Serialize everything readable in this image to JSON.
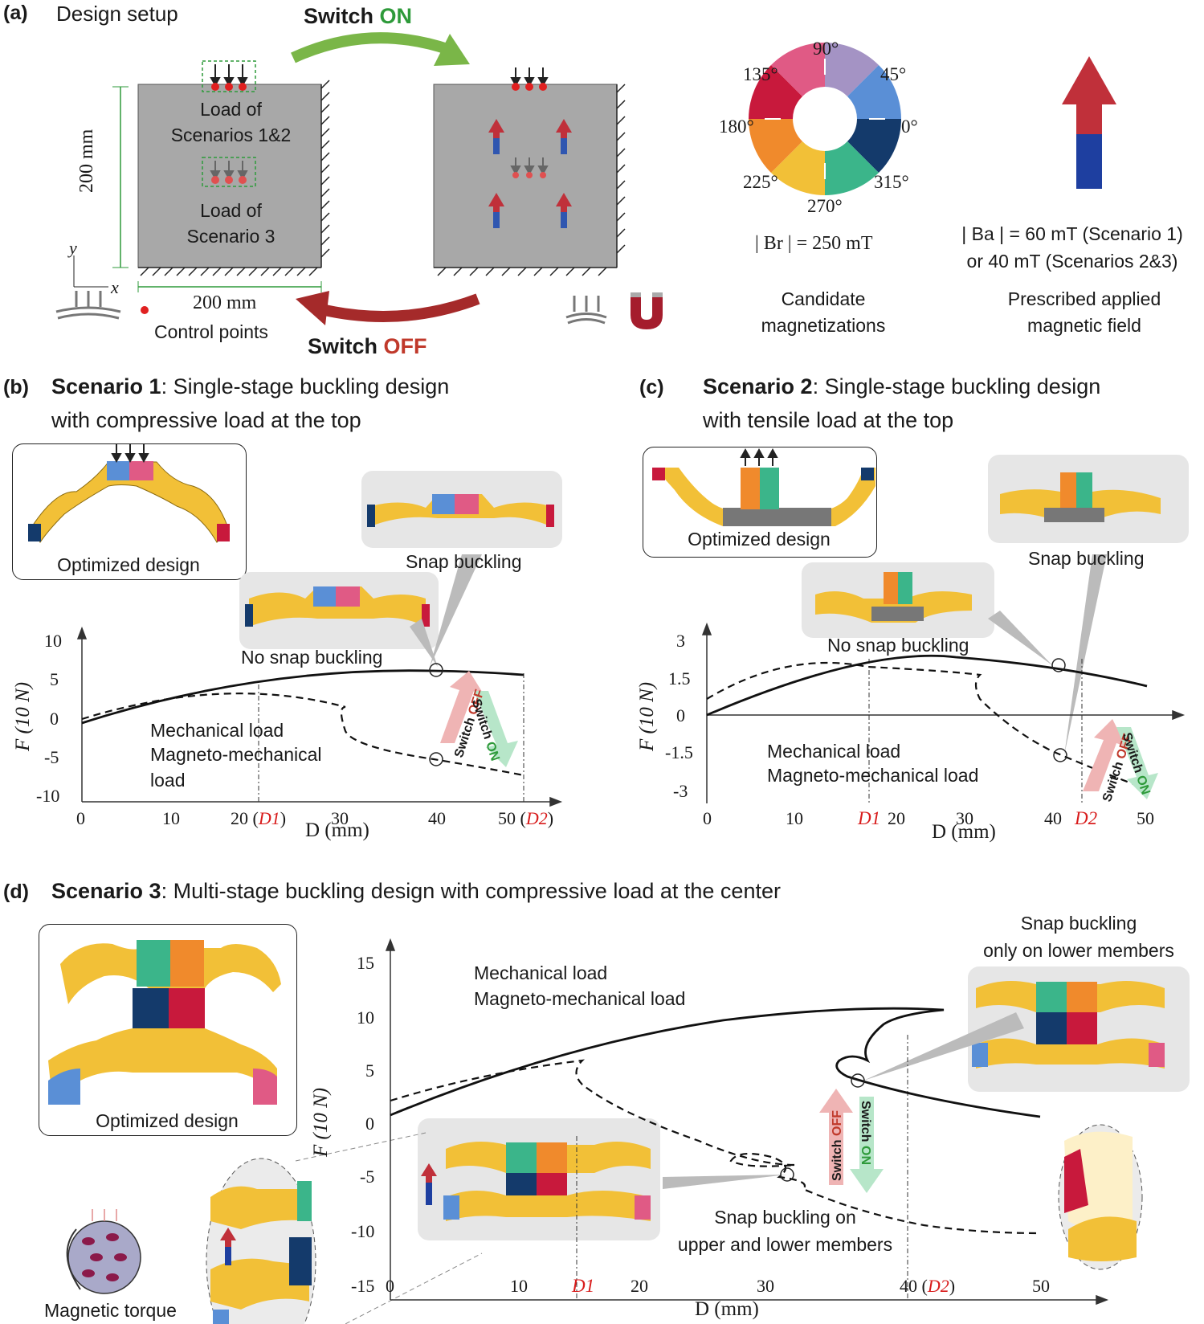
{
  "panel_a": {
    "letter": "(a)",
    "title": "Design setup",
    "switch_on": [
      "Switch ",
      "ON"
    ],
    "switch_off": [
      "Switch ",
      "OFF"
    ],
    "load_12": [
      "Load of",
      "Scenarios 1&2"
    ],
    "load_3": [
      "Load of",
      "Scenario 3"
    ],
    "height_dim": "200 mm",
    "width_dim": "200 mm",
    "axis_x": "x",
    "axis_y": "y",
    "control_points": "Control points",
    "wheel_angles": [
      "90°",
      "45°",
      "0°",
      "315°",
      "270°",
      "225°",
      "180°",
      "135°"
    ],
    "br_label": "| Br | = 250 mT",
    "candidate": [
      "Candidate",
      "magnetizations"
    ],
    "ba_label": [
      "| Ba | = 60 mT (Scenario 1)",
      "or 40 mT (Scenarios 2&3)"
    ],
    "prescribed": [
      "Prescribed applied",
      "magnetic field"
    ]
  },
  "panel_b": {
    "letter": "(b)",
    "title_bold": "Scenario 1",
    "title_rest": ": Single-stage buckling design",
    "title_line2": "with compressive load at the top",
    "optimized": "Optimized design",
    "snap": "Snap buckling",
    "no_snap": "No snap buckling",
    "legend": [
      "Mechanical load",
      "Magneto-mechanical",
      "load"
    ],
    "switch_off": [
      "Switch ",
      "OFF"
    ],
    "switch_on": [
      "Switch ",
      "ON"
    ],
    "ylabel": "F (10 N)",
    "xlabel": "D (mm)",
    "yticks": [
      "10",
      "5",
      "0",
      "-5",
      "-10"
    ],
    "xticks": [
      "0",
      "10",
      "20",
      "30",
      "40",
      "50"
    ],
    "d1": "D1",
    "d2": "D2"
  },
  "panel_c": {
    "letter": "(c)",
    "title_bold": "Scenario 2",
    "title_rest": ": Single-stage buckling design",
    "title_line2": "with tensile load at the top",
    "optimized": "Optimized design",
    "snap": "Snap buckling",
    "no_snap": "No snap buckling",
    "legend": [
      "Mechanical load",
      "Magneto-mechanical load"
    ],
    "switch_off": [
      "Switch ",
      "OFF"
    ],
    "switch_on": [
      "Switch ",
      "ON"
    ],
    "ylabel": "F (10 N)",
    "xlabel": "D (mm)",
    "yticks": [
      "3",
      "1.5",
      "0",
      "-1.5",
      "-3"
    ],
    "xticks": [
      "0",
      "10",
      "20",
      "30",
      "40",
      "50"
    ],
    "d1": "D1",
    "d2": "D2"
  },
  "panel_d": {
    "letter": "(d)",
    "title_bold": "Scenario 3",
    "title_rest": ": Multi-stage buckling design with compressive load at the center",
    "optimized": "Optimized design",
    "snap_lower": [
      "Snap buckling",
      "only on lower members"
    ],
    "snap_both": [
      "Snap buckling on",
      "upper and lower members"
    ],
    "legend": [
      "Mechanical load",
      "Magneto-mechanical load"
    ],
    "switch_off": [
      "Switch ",
      "OFF"
    ],
    "switch_on": [
      "Switch ",
      "ON"
    ],
    "magnetic_torque": "Magnetic torque",
    "ylabel": "F (10 N)",
    "xlabel": "D (mm)",
    "yticks": [
      "15",
      "10",
      "5",
      "0",
      "-5",
      "-10",
      "-15"
    ],
    "xticks": [
      "0",
      "10",
      "20",
      "30",
      "40",
      "50"
    ],
    "d1": "D1",
    "d2": "D2"
  },
  "colors": {
    "switch_on": "#7ab648",
    "switch_off": "#a52a2a",
    "block": "#a8a8a8",
    "yellow": "#f2c037",
    "magnet": "#a51d2d"
  }
}
